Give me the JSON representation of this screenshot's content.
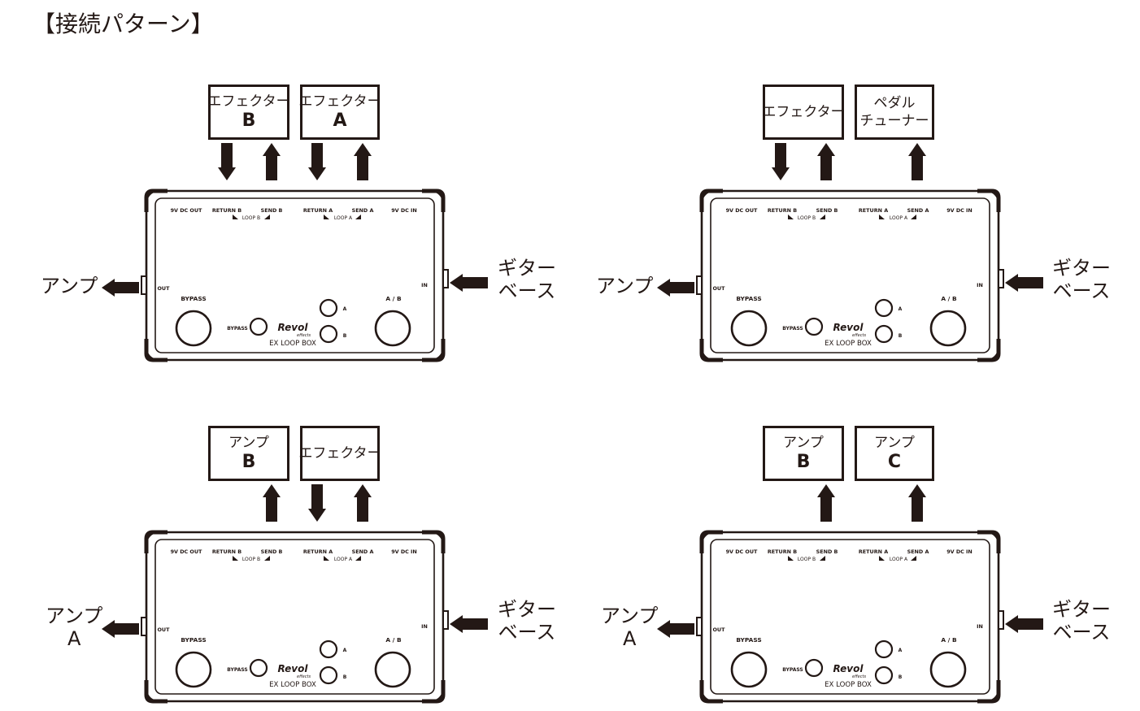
{
  "title": "【接続パターン】",
  "device": {
    "jacks": [
      "9V DC OUT",
      "RETURN B",
      "SEND B",
      "RETURN A",
      "SEND A",
      "9V DC IN"
    ],
    "loop_b": "LOOP B",
    "loop_a": "LOOP A",
    "out": "OUT",
    "in": "IN",
    "bypass": "BYPASS",
    "bypass_small": "BYPASS",
    "ab": "A / B",
    "led_a": "A",
    "led_b": "B",
    "brand": "Revol",
    "brand_sub": "effects",
    "model": "EX LOOP BOX"
  },
  "patterns": [
    {
      "left_label": [
        "アンプ"
      ],
      "right_label": [
        "ギター",
        "ベース"
      ],
      "boxes": [
        {
          "lines": [
            "エフェクター",
            "B"
          ]
        },
        {
          "lines": [
            "エフェクター",
            "A"
          ]
        }
      ]
    },
    {
      "left_label": [
        "アンプ"
      ],
      "right_label": [
        "ギター",
        "ベース"
      ],
      "boxes": [
        {
          "lines": [
            "エフェクター"
          ]
        },
        {
          "lines": [
            "ペダル",
            "チューナー"
          ]
        }
      ]
    },
    {
      "left_label": [
        "アンプ",
        "A"
      ],
      "right_label": [
        "ギター",
        "ベース"
      ],
      "boxes": [
        {
          "lines": [
            "アンプ",
            "B"
          ]
        },
        {
          "lines": [
            "エフェクター"
          ]
        }
      ]
    },
    {
      "left_label": [
        "アンプ",
        "A"
      ],
      "right_label": [
        "ギター",
        "ベース"
      ],
      "boxes": [
        {
          "lines": [
            "アンプ",
            "B"
          ]
        },
        {
          "lines": [
            "アンプ",
            "C"
          ]
        }
      ]
    }
  ]
}
